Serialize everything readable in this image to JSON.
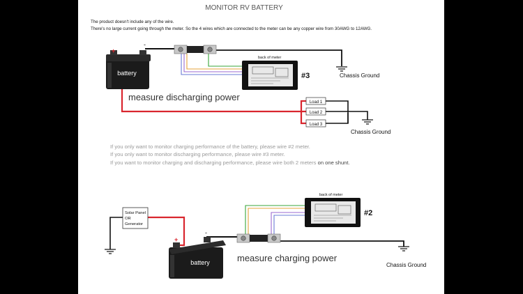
{
  "header": {
    "title": "MONITOR RV BATTERY",
    "note_1": "The product doesn't include any of the wire.",
    "note_2": "There's no large current going through the meter. So the 4 wires which are connected to the meter can be any copper wire from 30AWG to 12AWG."
  },
  "diagram_top": {
    "battery_label": "battery",
    "plus_sign": "+",
    "minus_sign": "-",
    "meter_caption": "back of meter",
    "meter_tag": "#3",
    "chassis_label": "Chassis Ground",
    "loads": [
      "Load 1",
      "Load 2",
      "Load 3"
    ],
    "load_ground_label": "Chassis Ground",
    "caption": "measure discharging power"
  },
  "instructions": {
    "line_1": "If you only want to monitor charging performance of the battery, please wire #2 meter.",
    "line_2": "If you only want to monitor discharging performance, please wire #3 meter.",
    "line_3_a": "If you want to monitor charging and discharging performance, please wire both 2 meters",
    "line_3_b": " on one shunt."
  },
  "diagram_bottom": {
    "source_label_1": "Solar Panel",
    "source_label_2": "OR",
    "source_label_3": "Generator",
    "battery_label": "battery",
    "plus_sign": "+",
    "minus_sign": "-",
    "meter_caption": "back of meter",
    "meter_tag": "#2",
    "chassis_label": "Chassis Ground",
    "caption": "measure charging power"
  },
  "colors": {
    "positive_wire": "#d9262e",
    "ground_wire": "#111111",
    "sense_green": "#3aa63a",
    "sense_orange": "#e5a33b",
    "sense_blue": "#6a7bd6",
    "sense_purple": "#9a6ad0",
    "instruction_text": "#9a9a9a"
  }
}
